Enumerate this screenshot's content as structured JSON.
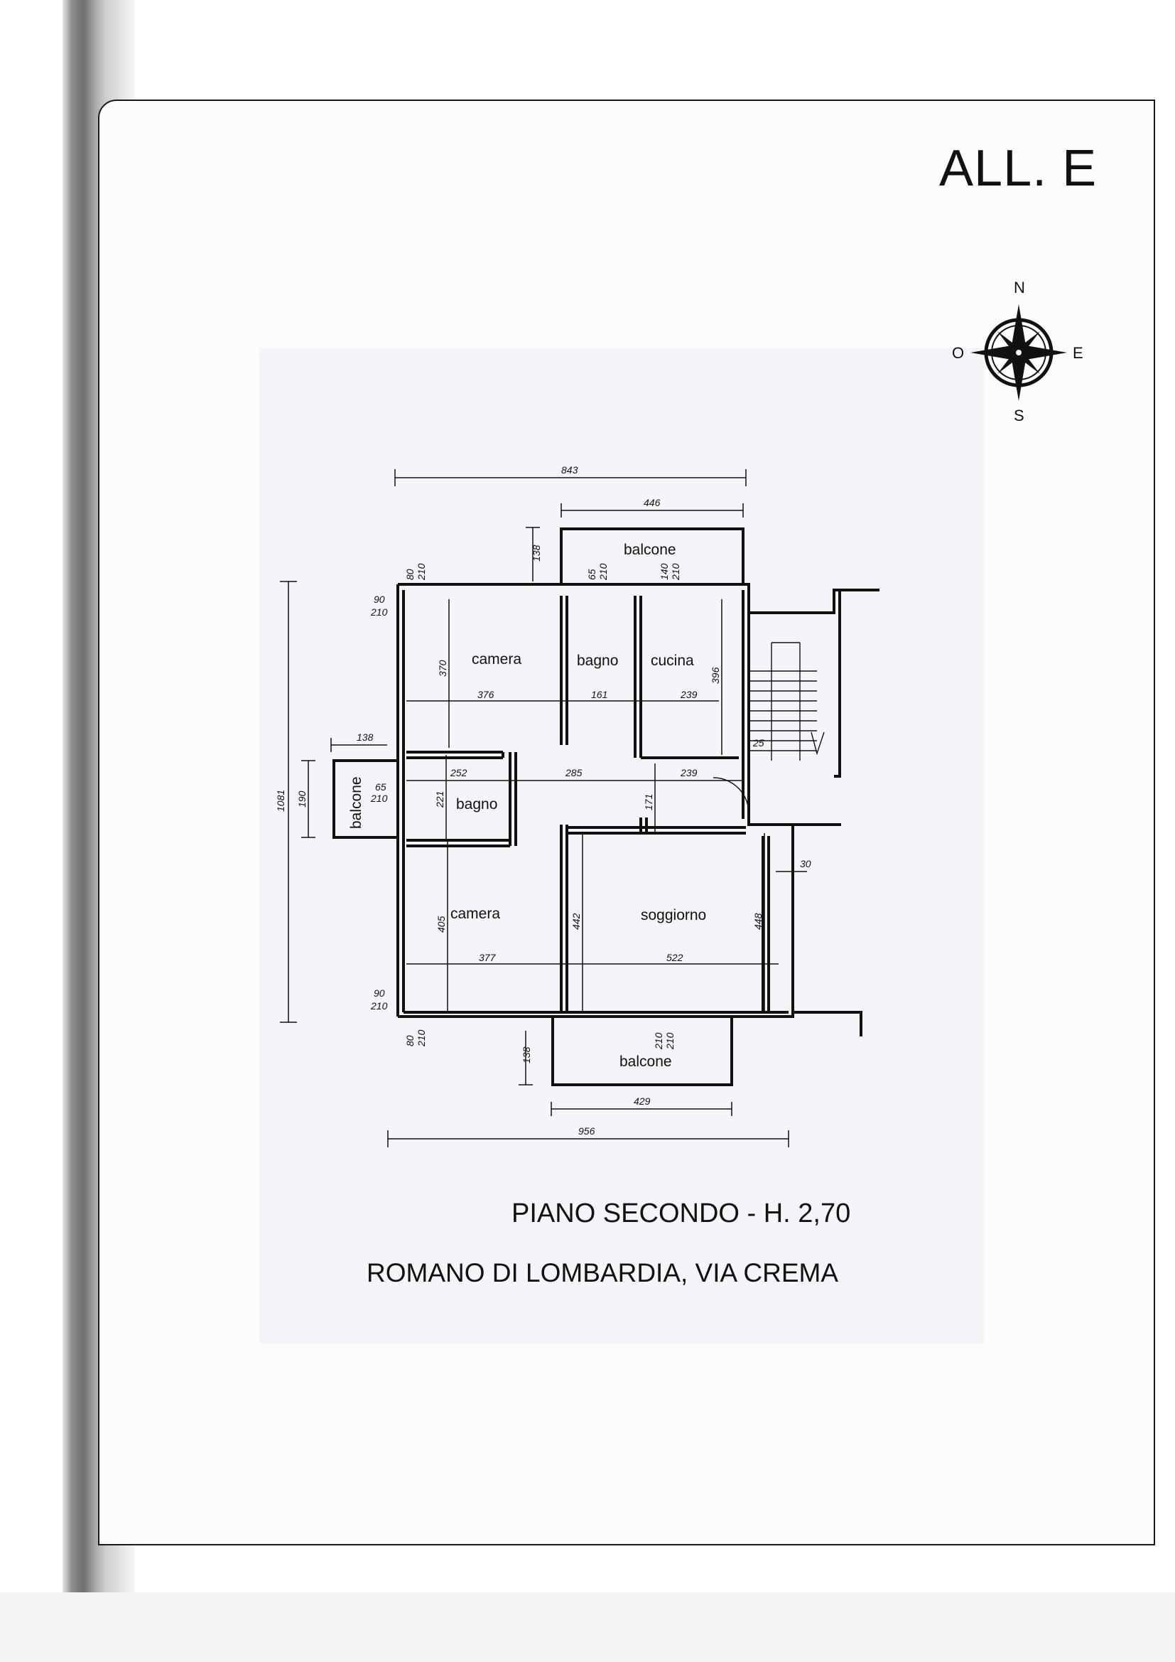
{
  "header": {
    "code": "ALL. E"
  },
  "compass": {
    "n": "N",
    "s": "S",
    "e": "E",
    "w": "O"
  },
  "rooms": {
    "camera_top": "camera",
    "bagno_top": "bagno",
    "cucina": "cucina",
    "bagno_mid": "bagno",
    "camera_bottom": "camera",
    "soggiorno": "soggiorno",
    "balcone_top": "balcone",
    "balcone_left": "balcone",
    "balcone_bottom": "balcone"
  },
  "dims": {
    "overall_top": "843",
    "balcony_top_width": "446",
    "balcony_top_depth": "138",
    "window_tl_w": "80",
    "window_tl_h": "210",
    "window_l1_w": "90",
    "window_l1_h": "210",
    "window_bagno_w": "65",
    "window_bagno_h": "210",
    "window_cucina_w": "140",
    "window_cucina_h": "210",
    "camera_top_w": "376",
    "camera_top_h": "370",
    "bagno_top_w": "161",
    "cucina_w": "239",
    "cucina_h": "396",
    "stair_gap": "25",
    "overall_left": "1081",
    "balcony_left_w": "138",
    "balcony_left_h": "190",
    "window_bm_w": "65",
    "window_bm_h": "210",
    "bagno_mid_w": "252",
    "bagno_mid_h": "221",
    "corridor_w": "285",
    "corridor_h": "171",
    "hall_w": "239",
    "wall_30": "30",
    "camera_bot_w": "377",
    "camera_bot_h": "405",
    "soggiorno_w": "522",
    "soggiorno_h1": "442",
    "soggiorno_h2": "448",
    "window_l2_w": "90",
    "window_l2_h": "210",
    "window_bl_w": "80",
    "window_bl_h": "210",
    "door_balcony_a": "210",
    "door_balcony_b": "210",
    "balcony_bot_depth": "138",
    "balcony_bot_width": "429",
    "overall_bottom": "956"
  },
  "footer": {
    "title": "PIANO SECONDO - H. 2,70",
    "address": "ROMANO DI LOMBARDIA, VIA CREMA"
  }
}
